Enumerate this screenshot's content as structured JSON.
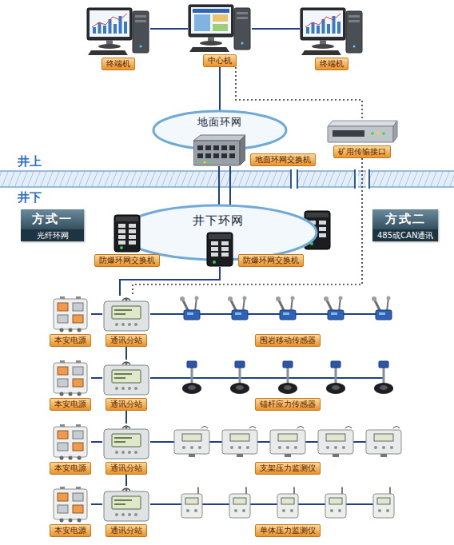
{
  "diagram": {
    "nodes": [
      {
        "text": [
          "终端机"
        ]
      },
      {
        "text": [
          "中心机"
        ]
      },
      {
        "text": [
          "终端机"
        ]
      },
      {
        "text": [
          "地面环网"
        ]
      },
      {
        "text": [
          "地面环网交换机"
        ]
      },
      {
        "text": [
          "矿用传输接口"
        ]
      },
      {
        "text": [
          "方式一",
          "光纤环网"
        ]
      },
      {
        "text": [
          "方式二",
          "485或CAN通讯"
        ]
      },
      {
        "text": [
          "井下环网"
        ]
      },
      {
        "text": [
          "防爆环网交换机"
        ]
      },
      {
        "text": [
          "防爆环网交换机"
        ]
      },
      {
        "text": [
          "本安电源"
        ]
      },
      {
        "text": [
          "通讯分站"
        ]
      },
      {
        "text": [
          "围岩移动传感器"
        ]
      },
      {
        "text": [
          "本安电源"
        ]
      },
      {
        "text": [
          "通讯分站"
        ]
      },
      {
        "text": [
          "锚杆应力传感器"
        ]
      },
      {
        "text": [
          "本安电源"
        ]
      },
      {
        "text": [
          "通讯分站"
        ]
      },
      {
        "text": [
          "支架压力监测仪"
        ]
      },
      {
        "text": [
          "本安电源"
        ]
      },
      {
        "text": [
          "通讯分站"
        ]
      },
      {
        "text": [
          "单体压力监测仪"
        ]
      }
    ],
    "edges": [
      {
        "from": 0,
        "to": 1,
        "arrow": "none"
      },
      {
        "from": 1,
        "to": 2,
        "arrow": "none"
      },
      {
        "from": 1,
        "to": 3,
        "arrow": "none"
      },
      {
        "from": 4,
        "to": 8,
        "arrow": "none"
      },
      {
        "from": 1,
        "to": 5,
        "arrow": "none"
      },
      {
        "from": 5,
        "to": 12,
        "arrow": "none"
      },
      {
        "from": 10,
        "to": 12,
        "arrow": "none"
      },
      {
        "from": 11,
        "to": 12,
        "arrow": "none"
      },
      {
        "from": 12,
        "to": 13,
        "arrow": "none"
      },
      {
        "from": 14,
        "to": 15,
        "arrow": "none"
      },
      {
        "from": 15,
        "to": 16,
        "arrow": "none"
      },
      {
        "from": 17,
        "to": 18,
        "arrow": "none"
      },
      {
        "from": 18,
        "to": 19,
        "arrow": "none"
      },
      {
        "from": 20,
        "to": 21,
        "arrow": "none"
      },
      {
        "from": 21,
        "to": 22,
        "arrow": "none"
      },
      {
        "from": 12,
        "to": 15,
        "arrow": "none"
      },
      {
        "from": 15,
        "to": 18,
        "arrow": "none"
      },
      {
        "from": 18,
        "to": 21,
        "arrow": "none"
      }
    ],
    "labels": [
      "井上",
      "井下"
    ]
  }
}
